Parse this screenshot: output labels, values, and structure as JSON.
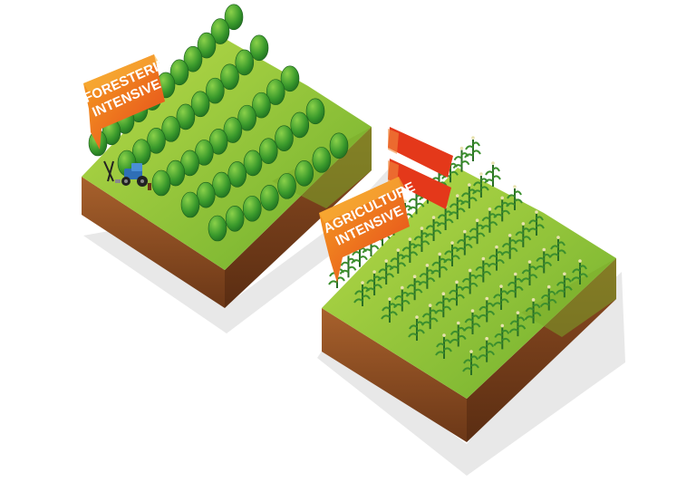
{
  "labels": {
    "forestry_line1": "FORESTERIE",
    "forestry_line2": "INTENSIVE",
    "agriculture_line1": "AGRICULTURE",
    "agriculture_line2": "INTENSIVE"
  },
  "colors": {
    "grass_light": "#a6cf3c",
    "grass_mid": "#7cb82f",
    "soil_top": "#9c5a2a",
    "soil_dark": "#6b3717",
    "tree_dark": "#1f7a24",
    "tree_light": "#6fc23a",
    "corn": "#2d7a2a",
    "label_orange": "#f08a1c",
    "label_red": "#e44119",
    "shadow": "#e6e6e6",
    "tractor": "#2f6fb6"
  },
  "icons": {
    "not_equal": "not-equal-icon"
  }
}
